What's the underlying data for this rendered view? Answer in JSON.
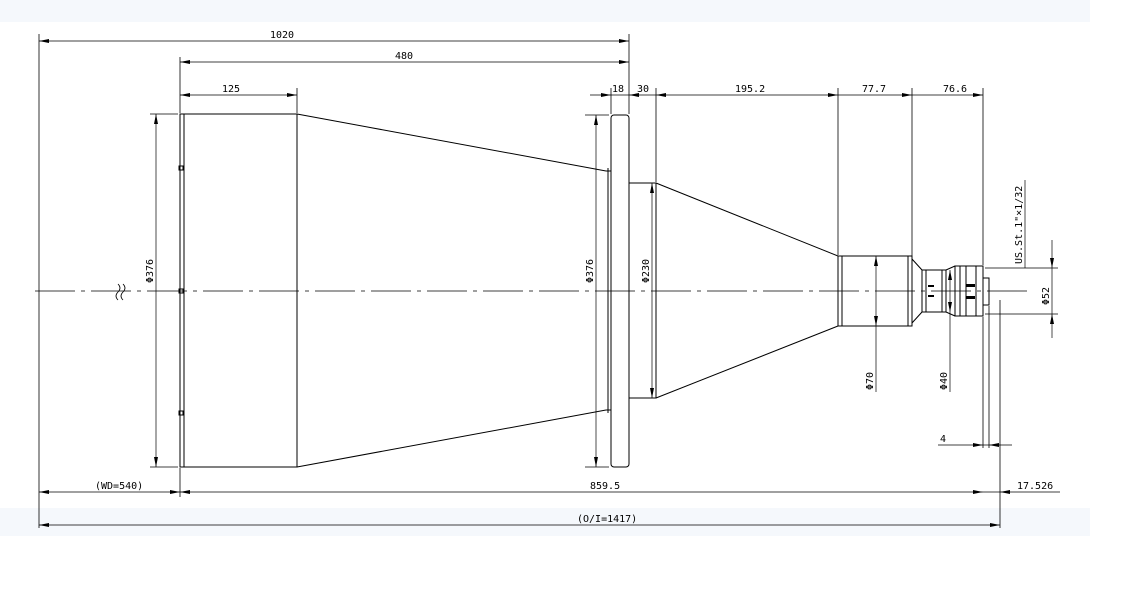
{
  "dimensions": {
    "overall_1020": "1020",
    "front_480": "480",
    "front_125": "125",
    "flange_18": "18",
    "gap_30": "30",
    "cone_195_2": "195.2",
    "barrel_77_7": "77.7",
    "rear_76_6": "76.6",
    "dia_376_front": "Φ376",
    "dia_376_flange": "Φ376",
    "dia_230": "Φ230",
    "dia_70": "Φ70",
    "dia_40": "Φ40",
    "dia_52": "Φ52",
    "mount": "US.St.1\"×1/32",
    "offset_4": "4",
    "wd": "(WD=540)",
    "length_859_5": "859.5",
    "back_17_526": "17.526",
    "oi": "(O/I=1417)"
  },
  "colors": {
    "line": "#000000",
    "band": "#f5f8fc"
  }
}
